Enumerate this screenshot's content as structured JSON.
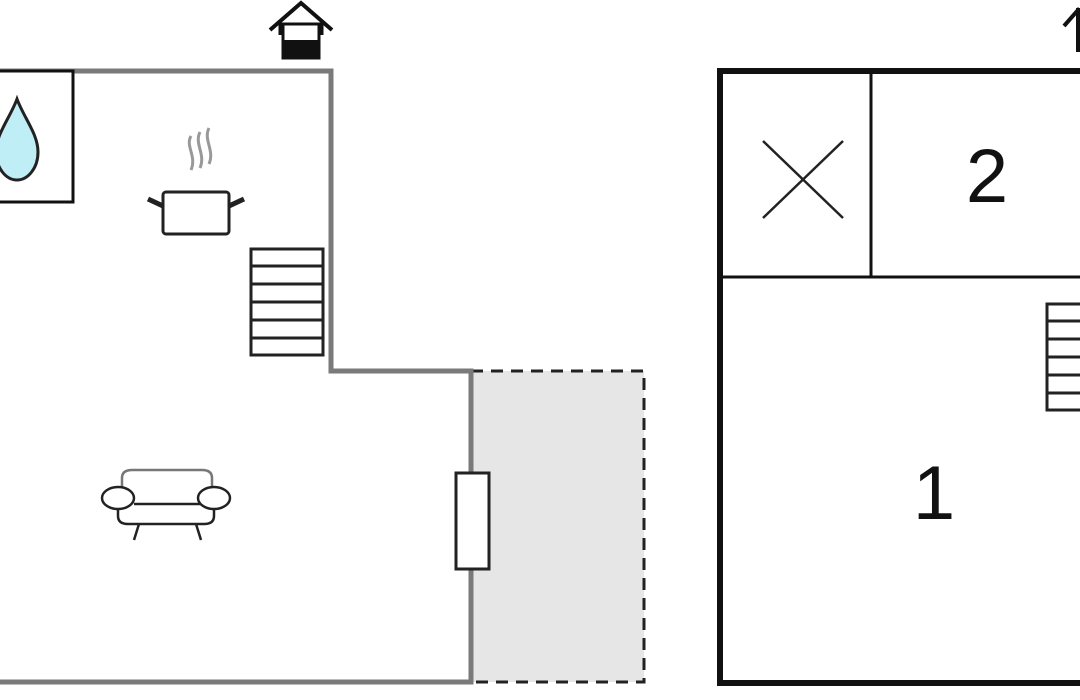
{
  "floors": [
    {
      "id": "ground-floor",
      "icons": [
        "entrance-icon",
        "bathroom-icon",
        "kitchen-icon",
        "stairs-icon",
        "living-room-icon",
        "door-icon",
        "terrace-area"
      ],
      "room_labels": []
    },
    {
      "id": "upper-floor",
      "icons": [
        "entrance-arrow-icon",
        "storage-icon",
        "stairs-icon"
      ],
      "room_labels": [
        "2",
        "1"
      ]
    }
  ],
  "colors": {
    "wall_ground": "#7a7a7a",
    "wall_upper": "#111111",
    "water_drop": "#bfeef6",
    "terrace_fill": "#e6e6e6",
    "icon_stroke": "#222222",
    "steam": "#999999"
  }
}
